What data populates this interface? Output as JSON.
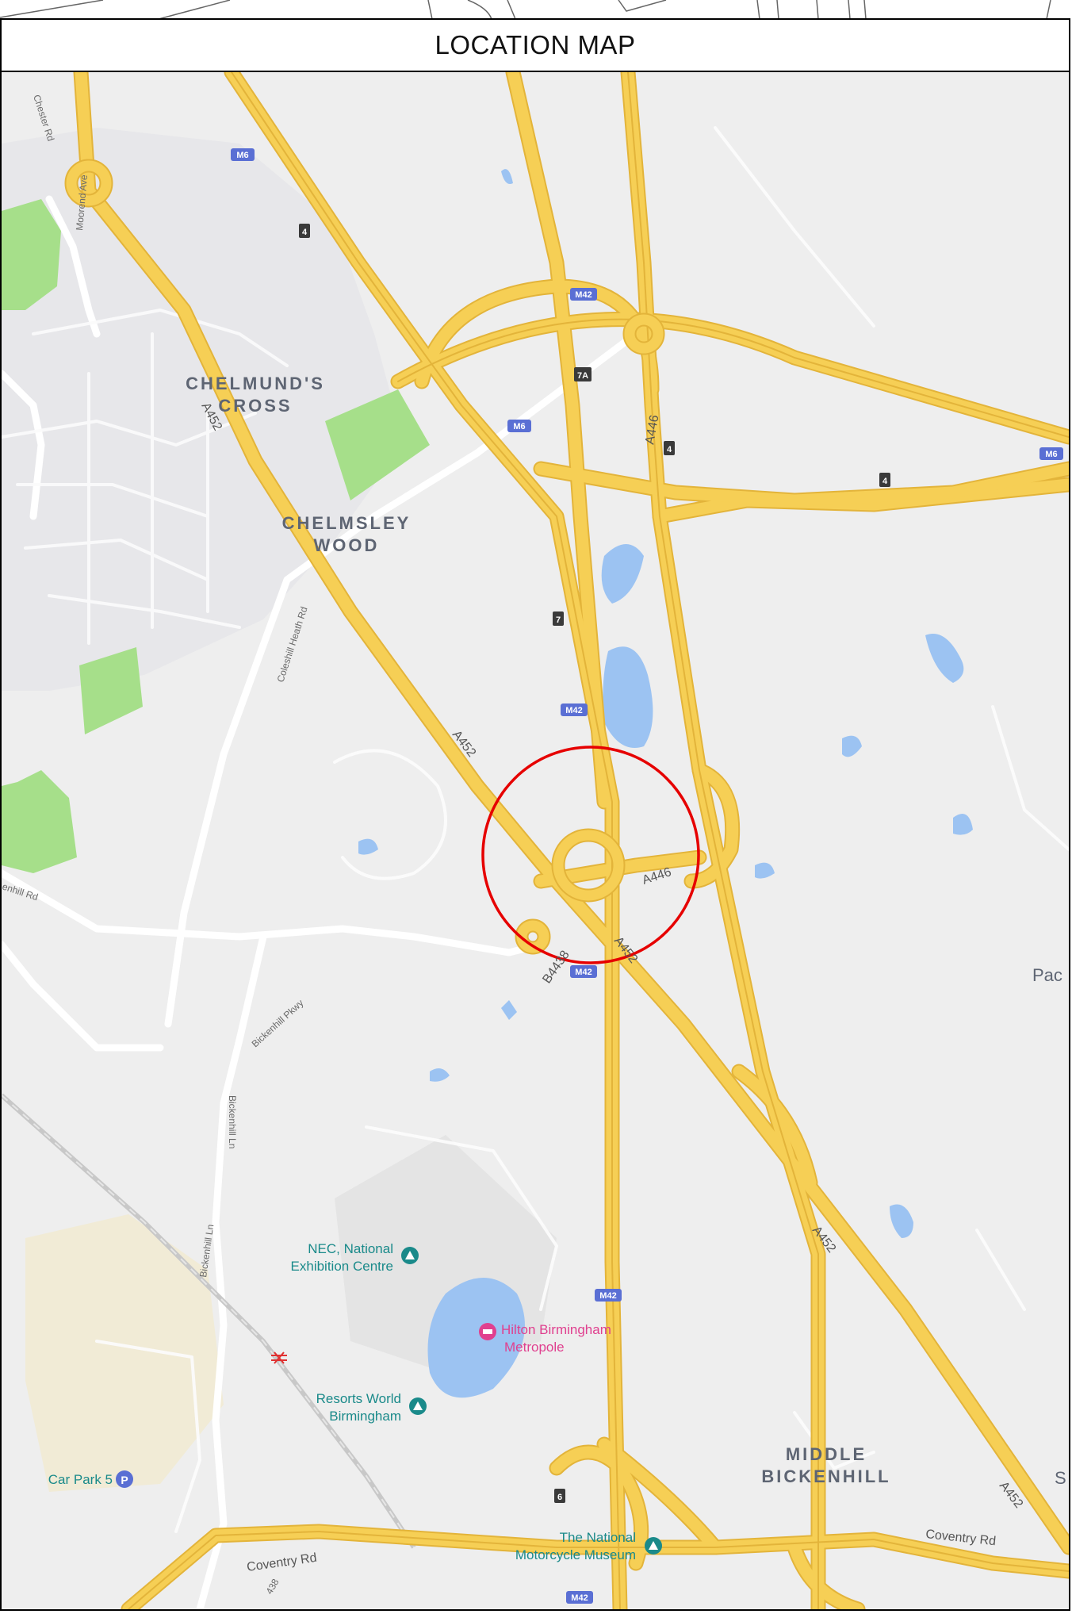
{
  "title": "LOCATION MAP",
  "colors": {
    "land": "#eeeeee",
    "motorway": "#f6cf55",
    "motorway_edge": "#e3b43a",
    "minor_road": "#ffffff",
    "park": "#a6df8a",
    "water": "#9cc3f2",
    "circle": "#e60000",
    "badge_blue": "#5a6fd4",
    "junction_badge": "#3a3a3a",
    "place_label": "#5e6573",
    "poi_teal": "#1a8a8a",
    "poi_pink": "#e0408f"
  },
  "places": {
    "chelmunds_1": "CHELMUND'S",
    "chelmunds_2": "CROSS",
    "chelmsley_1": "CHELMSLEY",
    "chelmsley_2": "WOOD",
    "middle_1": "MIDDLE",
    "middle_2": "BICKENHILL"
  },
  "roads": {
    "a452_1": "A452",
    "a452_2": "A452",
    "a452_3": "A452",
    "a452_4": "A452",
    "a452_5": "A452",
    "a446_1": "A446",
    "a446_2": "A446",
    "b4438": "B4438",
    "chester_rd": "Chester Rd",
    "moorend_ave": "Moorend Ave",
    "coleshill_heath_rd": "Coleshill Heath Rd",
    "bickenhill_pkwy": "Bickenhill Pkwy",
    "bickenhill_ln_1": "Bickenhill Ln",
    "bickenhill_ln_2": "Bickenhill Ln",
    "coventry_rd_1": "Coventry Rd",
    "coventry_rd_2": "Coventry Rd",
    "enhill_rd": "enhill Rd",
    "b438": "438"
  },
  "badges": {
    "m6_1": "M6",
    "m6_2": "M6",
    "m6_3": "M6",
    "m42_1": "M42",
    "m42_2": "M42",
    "m42_3": "M42",
    "m42_4": "M42",
    "m42_5": "M42",
    "j4_1": "4",
    "j4_2": "4",
    "j4_3": "4",
    "j7a": "7A",
    "j7": "7",
    "j6": "6"
  },
  "pois": {
    "nec_1": "NEC, National",
    "nec_2": "Exhibition Centre",
    "hilton_1": "Hilton Birmingham",
    "hilton_2": "Metropole",
    "resorts_1": "Resorts World",
    "resorts_2": "Birmingham",
    "carpark": "Car Park 5",
    "museum_1": "The National",
    "museum_2": "Motorcycle Museum"
  },
  "edge_fragments": {
    "pac": "Pac",
    "s": "S"
  }
}
